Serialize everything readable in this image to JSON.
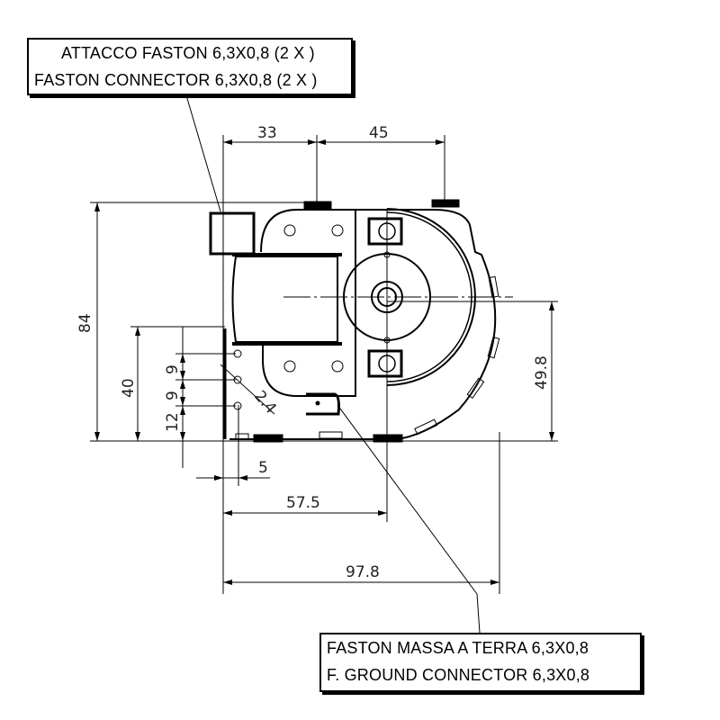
{
  "callouts": {
    "top": {
      "line1": "ATTACCO FASTON 6,3X0,8 (2 X )",
      "line2": "FASTON CONNECTOR 6,3X0,8 (2 X )"
    },
    "bottom": {
      "line1": "FASTON MASSA A TERRA 6,3X0,8",
      "line2": "F. GROUND  CONNECTOR 6,3X0,8"
    }
  },
  "dimensions": {
    "d33": "33",
    "d45": "45",
    "d84": "84",
    "d40": "40",
    "d9a": "9",
    "d9b": "9",
    "d12": "12",
    "d2_4": "2.4",
    "d5": "5",
    "d57_5": "57.5",
    "d97_8": "97.8",
    "d49_8": "49.8"
  }
}
